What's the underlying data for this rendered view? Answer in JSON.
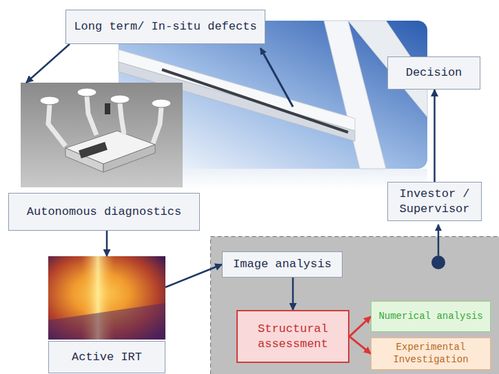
{
  "diagram": {
    "nodes": [
      {
        "text": [
          "Long term/ In-situ defects"
        ]
      },
      {
        "text": [
          "Decision"
        ]
      },
      {
        "text": [
          "Autonomous diagnostics"
        ]
      },
      {
        "text": [
          "Investor / Supervisor"
        ]
      },
      {
        "text": [
          "Active IRT"
        ]
      },
      {
        "text": [
          "Image analysis"
        ]
      },
      {
        "text": [
          "Structural assessment"
        ]
      },
      {
        "text": [
          "Numerical analysis"
        ]
      },
      {
        "text": [
          "Experimental Investigation"
        ]
      }
    ],
    "edges": [
      {
        "from": 0,
        "to": 2,
        "arrow": "to"
      },
      {
        "from": 2,
        "to": 4,
        "arrow": "to"
      },
      {
        "from": 4,
        "to": 5,
        "arrow": "to"
      },
      {
        "from": 5,
        "to": 6,
        "arrow": "to"
      },
      {
        "from": 6,
        "to": 7,
        "arrow": "to"
      },
      {
        "from": 6,
        "to": 8,
        "arrow": "to"
      },
      {
        "from": 3,
        "to": 1,
        "arrow": "to"
      }
    ]
  }
}
